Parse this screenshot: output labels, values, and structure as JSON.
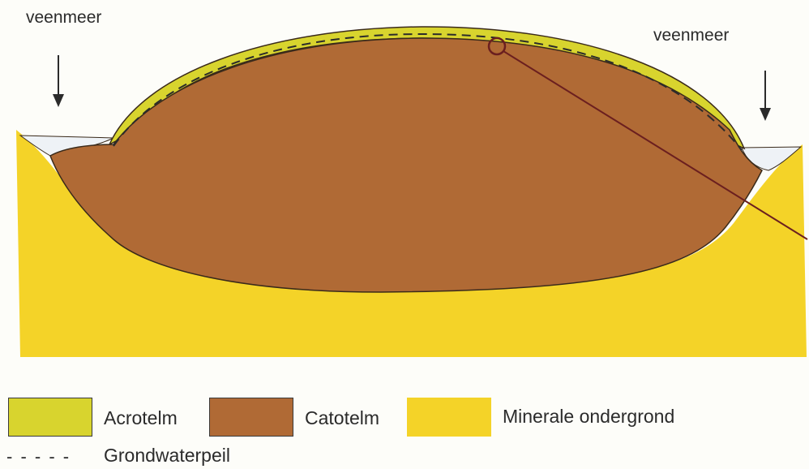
{
  "labels": {
    "left_lake": "veenmeer",
    "right_lake": "veenmeer"
  },
  "legend": {
    "acrotelm": {
      "label": "Acrotelm",
      "color": "#d8d42e"
    },
    "catotelm": {
      "label": "Catotelm",
      "color": "#b06a35"
    },
    "minerale": {
      "label": "Minerale ondergrond",
      "color": "#f4d328"
    },
    "groundwater": {
      "label": "Grondwaterpeil"
    }
  },
  "colors": {
    "water": "#eef2f6",
    "outline": "#3a2a1a",
    "pointer_line": "#6b1f1f"
  }
}
